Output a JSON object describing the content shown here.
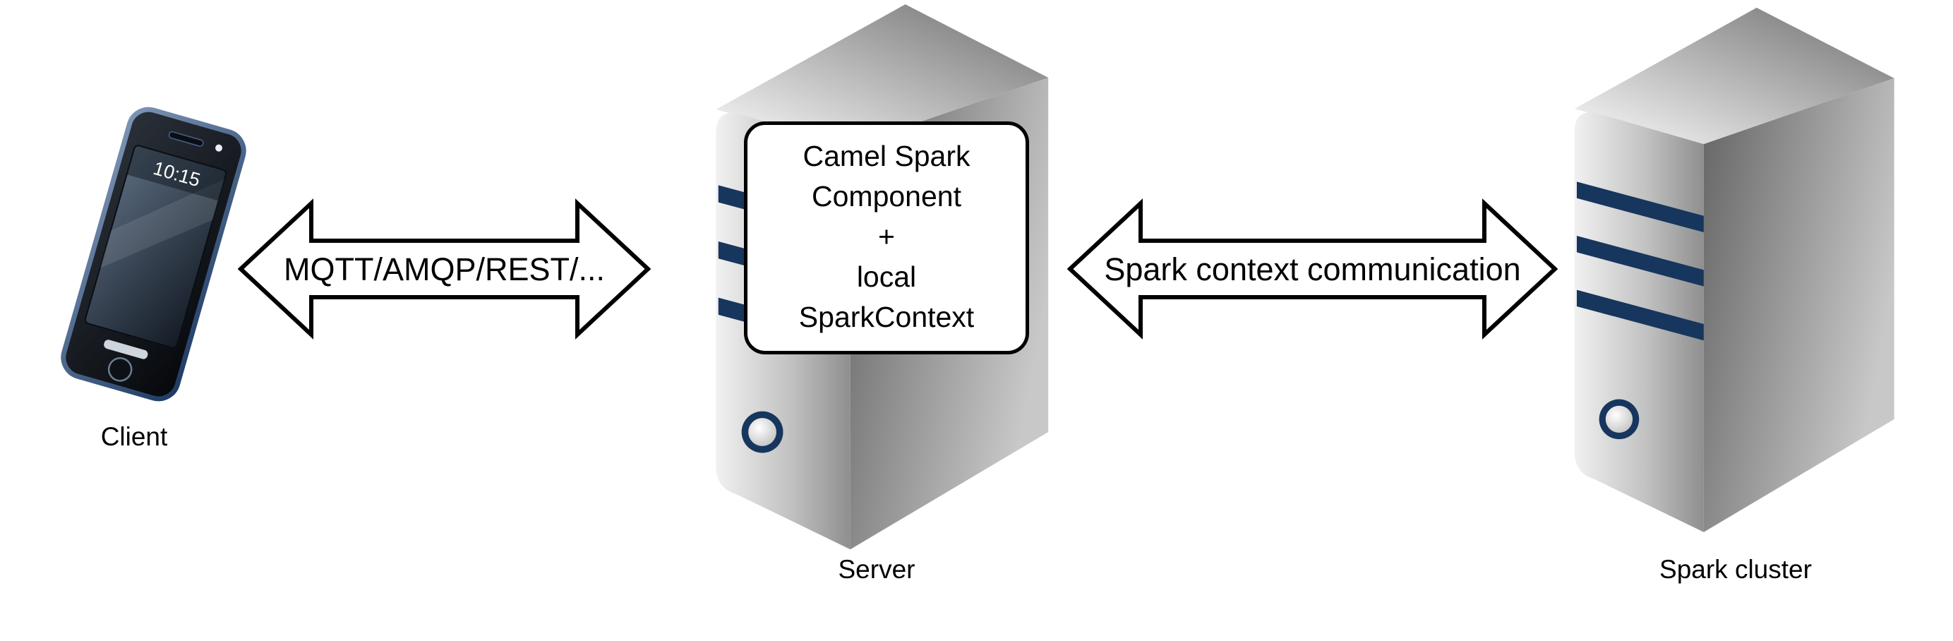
{
  "diagram": {
    "client": {
      "label": "Client",
      "phone_time": "10:15"
    },
    "server": {
      "label": "Server",
      "box_lines": [
        "Camel Spark",
        "Component",
        "+",
        "local",
        "SparkContext"
      ]
    },
    "spark_cluster": {
      "label": "Spark cluster"
    },
    "arrow_left": {
      "label": "MQTT/AMQP/REST/..."
    },
    "arrow_right": {
      "label": "Spark context communication"
    }
  },
  "colors": {
    "stripe_navy": "#17365d",
    "outline_black": "#000000",
    "arrow_fill": "#ffffff",
    "background": "#ffffff"
  }
}
